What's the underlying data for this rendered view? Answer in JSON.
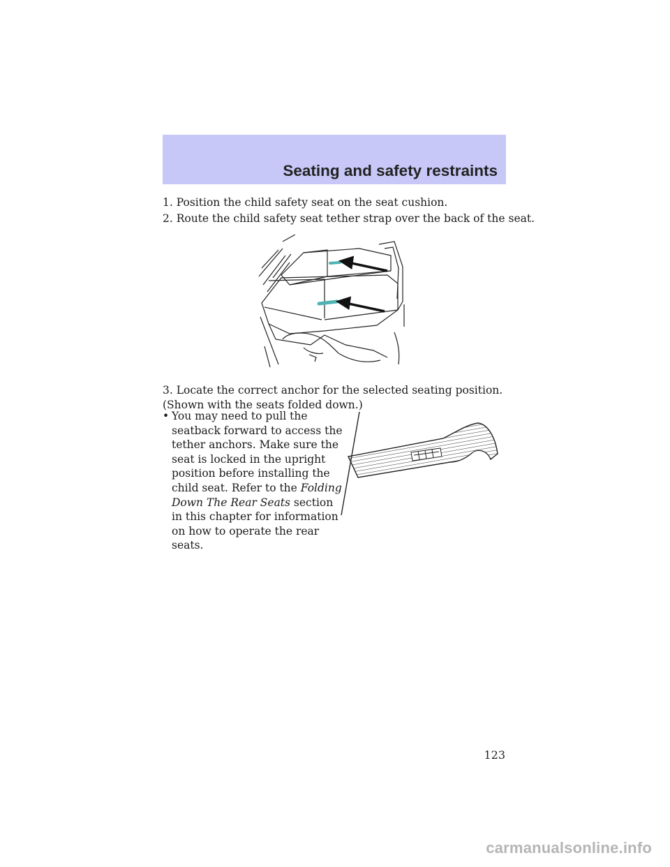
{
  "header": {
    "title": "Seating and safety restraints"
  },
  "steps": [
    "1. Position the child safety seat on the seat cushion.",
    "2. Route the child safety seat tether strap over the back of the seat.",
    "3. Locate the correct anchor for the selected seating position. (Shown with the seats folded down.)"
  ],
  "bullet": {
    "marker": "•",
    "text_before": "You may need to pull the seatback forward to access the tether anchors. Make sure the seat is locked in the upright position before installing the child seat. Refer to the ",
    "italic_ref": "Folding Down The Rear Seats",
    "text_after": " section in this chapter for information on how to operate the rear seats."
  },
  "figures": {
    "seat_anchor_icon": "folded-rear-seats-with-anchor-arrows",
    "tether_strap_icon": "tether-strap"
  },
  "colors": {
    "header_band": "#c8c8f8",
    "anchor_highlight": "#4fb3b3"
  },
  "page_number": "123",
  "watermark": "carmanualsonline.info"
}
